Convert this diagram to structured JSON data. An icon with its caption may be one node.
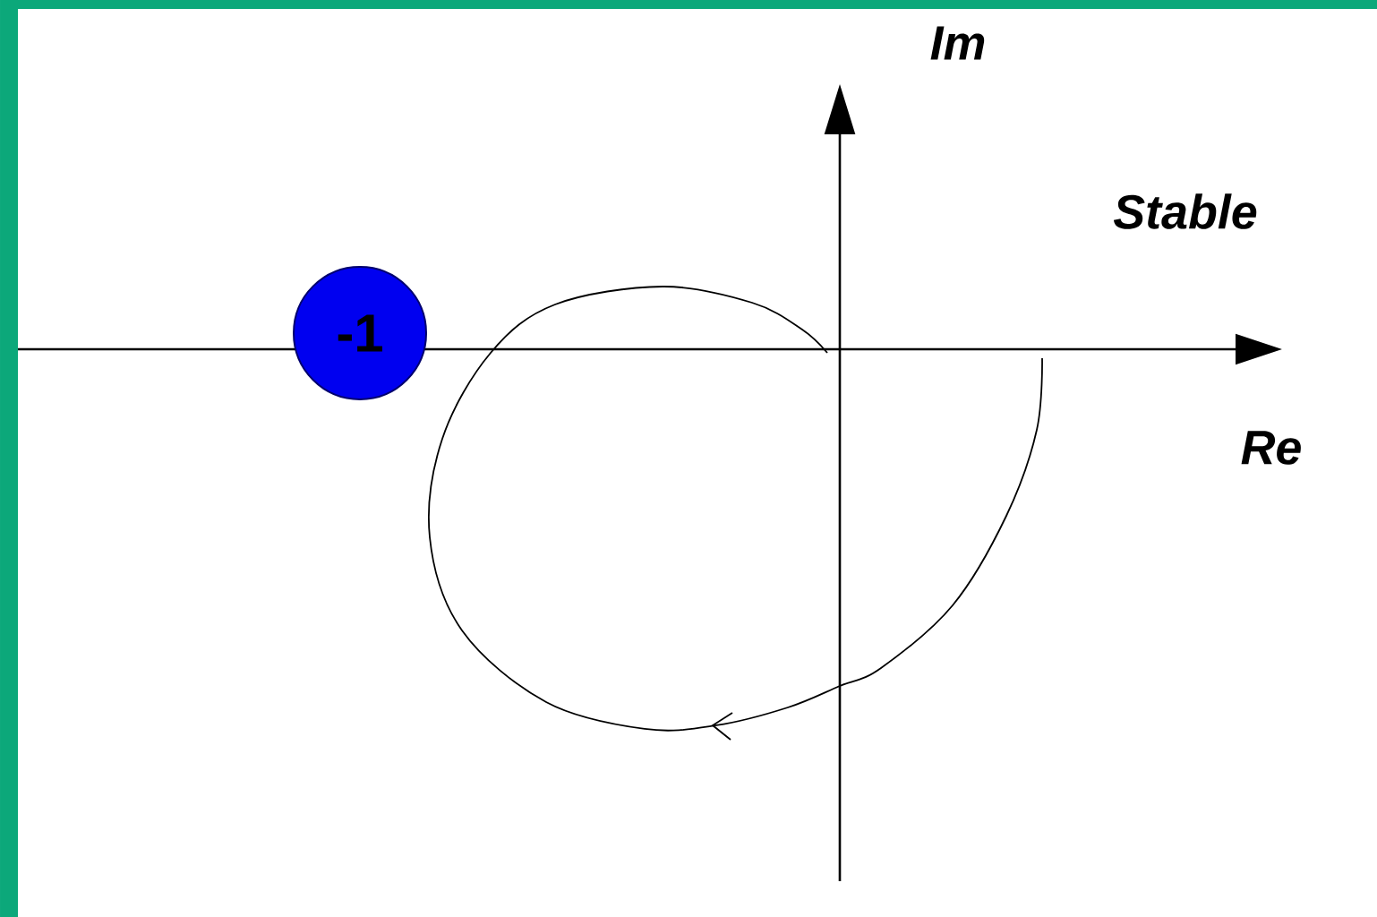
{
  "diagram": {
    "nodes": [
      {
        "text": [
          "-1"
        ]
      }
    ],
    "labels": [
      "Im",
      "Stable",
      "Re"
    ]
  }
}
